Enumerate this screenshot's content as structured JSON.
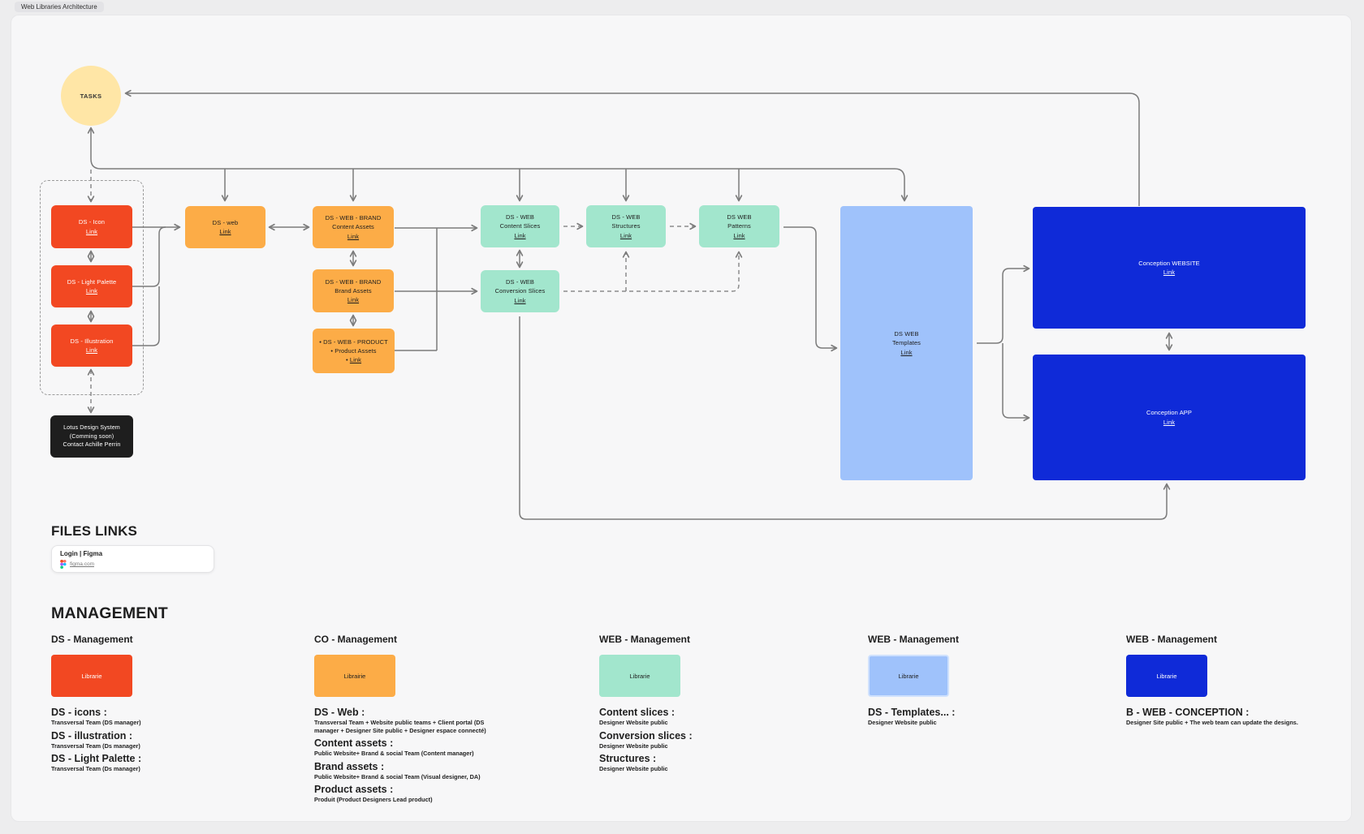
{
  "page": {
    "title": "Web Libraries Architecture"
  },
  "colors": {
    "red": "#f24822",
    "orange": "#fcac47",
    "teal": "#a2e6cd",
    "light_blue": "#9fc2fb",
    "dark_blue": "#0f2ad8",
    "yellow_circle": "#ffe6a6",
    "black_box": "#1e1e1e",
    "connector_gray": "#7b7b7b"
  },
  "icons": {
    "figma": "figma-logo"
  },
  "nodes": {
    "tasks": {
      "label": "TASKS"
    },
    "ds_icon": {
      "line1": "DS - Icon",
      "link": "Link"
    },
    "ds_light_palette": {
      "line1": "DS - Light Palette",
      "link": "Link"
    },
    "ds_illustration": {
      "line1": "DS  - Illustration",
      "link": "Link"
    },
    "lotus": {
      "line1": "Lotus Design System",
      "line2": "(Comming soon)",
      "line3": "Contact Achille Perrin"
    },
    "ds_web": {
      "line1": "DS - web",
      "link": "Link"
    },
    "content_assets": {
      "line1": "DS - WEB - BRAND",
      "line2": "Content Assets",
      "link": "Link"
    },
    "brand_assets": {
      "line1": "DS - WEB - BRAND",
      "line2": "Brand Assets",
      "link": "Link"
    },
    "product_assets": {
      "line1": "• DS - WEB - PRODUCT",
      "line2": "• Product Assets",
      "bullet": "•",
      "link": "Link"
    },
    "content_slices": {
      "line1": "DS - WEB",
      "line2": "Content Slices",
      "link": "Link"
    },
    "structures": {
      "line1": "DS - WEB",
      "line2": "Structures",
      "link": "Link"
    },
    "patterns": {
      "line1": "DS WEB",
      "line2": "Patterns",
      "link": "Link"
    },
    "conversion_slices": {
      "line1": "DS - WEB",
      "line2": "Conversion Slices",
      "link": "Link"
    },
    "templates": {
      "line1": "DS WEB",
      "line2": "Templates",
      "link": "Link"
    },
    "conception_website": {
      "line1": "Conception WEBSITE",
      "link": "Link"
    },
    "conception_app": {
      "line1": "Conception APP",
      "link": "Link"
    }
  },
  "files_links": {
    "heading": "FILES LINKS",
    "card": {
      "title": "Login | Figma",
      "url": "figma.com"
    }
  },
  "management": {
    "heading": "MANAGEMENT",
    "columns": [
      {
        "title": "DS - Management",
        "box_label": "Librarie",
        "items": [
          {
            "name": "DS - icons :",
            "detail": "Transversal Team (DS manager)"
          },
          {
            "name": "DS - illustration :",
            "detail": "Transversal Team (Ds manager)"
          },
          {
            "name": "DS - Light Palette :",
            "detail": "Transversal Team (Ds manager)"
          }
        ]
      },
      {
        "title": "CO - Management",
        "box_label": "Librairie",
        "items": [
          {
            "name": "DS - Web :",
            "detail": "Transversal Team + Website public teams + Client portal (DS manager + Designer Site public + Designer espace connecté)"
          },
          {
            "name": "Content assets :",
            "detail": "Public Website+ Brand & social Team (Content manager)"
          },
          {
            "name": "Brand assets :",
            "detail": "Public Website+ Brand & social Team (Visual designer, DA)"
          },
          {
            "name": "Product assets :",
            "detail": "Produit (Product Designers Lead product)"
          }
        ]
      },
      {
        "title": "WEB - Management",
        "box_label": "Librarie",
        "items": [
          {
            "name": "Content slices :",
            "detail": "Designer Website public"
          },
          {
            "name": "Conversion slices :",
            "detail": "Designer Website public"
          },
          {
            "name": "Structures :",
            "detail": "Designer Website public"
          }
        ]
      },
      {
        "title": "WEB - Management",
        "box_label": "Librarie",
        "items": [
          {
            "name": "DS - Templates... :",
            "detail": "Designer Website public"
          }
        ]
      },
      {
        "title": "WEB - Management",
        "box_label": "Librarie",
        "items": [
          {
            "name": "B - WEB - CONCEPTION :",
            "detail": "Designer Site public + The web team can update the designs."
          }
        ]
      }
    ]
  }
}
